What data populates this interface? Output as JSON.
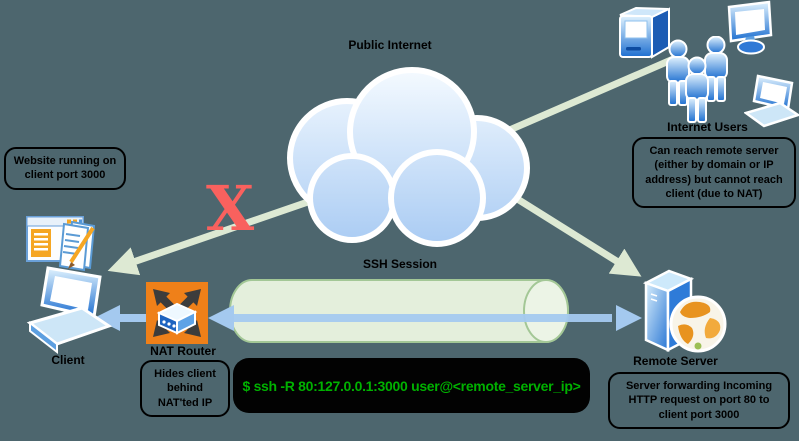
{
  "labels": {
    "public_internet": "Public Internet",
    "internet_users": "Internet Users",
    "ssh_session": "SSH Session",
    "client": "Client",
    "nat_router": "NAT Router",
    "remote_server": "Remote Server"
  },
  "callouts": {
    "website": "Website running on client port 3000",
    "users": "Can reach remote server (either by domain or IP address) but cannot reach client (due to NAT)",
    "nat": "Hides client behind NAT'ted IP",
    "server": "Server forwarding Incoming HTTP request on port 80 to client port 3000"
  },
  "terminal": {
    "command": "$ ssh -R 80:127.0.0.1:3000 user@<remote_server_ip>"
  },
  "blocked": {
    "marker": "X"
  },
  "colors": {
    "background": "#4d666e",
    "green_arrow": "#dde9d3",
    "blue_arrow": "#a4c9ef",
    "tunnel_fill": "#e4efdc",
    "tunnel_border": "#a3c796",
    "router_orange": "#ef8019",
    "blocked_x": "#f9615e",
    "terminal_bg": "#020202",
    "terminal_text": "#00b100"
  }
}
